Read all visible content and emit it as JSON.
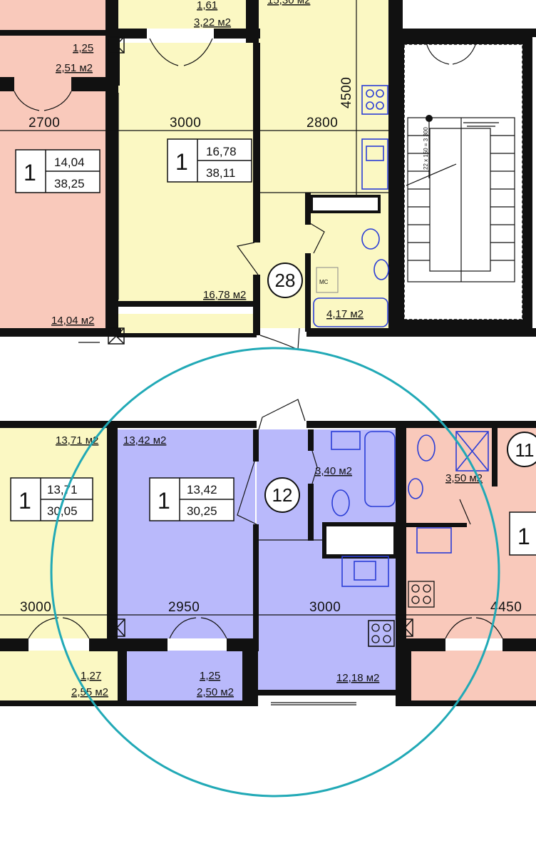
{
  "colors": {
    "salmon": "#f9c9bb",
    "yellow": "#fbf8c3",
    "blue": "#b9b9fb",
    "wall": "#111111",
    "fixture": "#2a3dd6",
    "highlight": "#21a9b6"
  },
  "top": {
    "left_apartment": {
      "balcony_area_a": "1,25",
      "balcony_area_b": "2,51 м2",
      "width": "2700",
      "rooms": "1",
      "living": "14,04",
      "total": "38,25",
      "room_area": "14,04 м2"
    },
    "apartment_28": {
      "number": "28",
      "balcony_top_a": "1,61",
      "balcony_top_b": "3,22 м2",
      "top_partial_area": "15,30 м2",
      "width_room": "3000",
      "width_kitchen": "2800",
      "depth": "4500",
      "rooms": "1",
      "living": "16,78",
      "total": "38,11",
      "room_area": "16,78 м2",
      "bath_area": "4,17 м2",
      "ms_label": "МС"
    },
    "stair_label": "22 x 150 = 3 300"
  },
  "bottom": {
    "left_apartment": {
      "room_area": "13,71 м2",
      "rooms": "1",
      "living": "13,71",
      "total": "30,05",
      "width": "3000",
      "balcony_a": "1,27",
      "balcony_b": "2,55 м2"
    },
    "apartment_12": {
      "number": "12",
      "room_area": "13,42 м2",
      "rooms": "1",
      "living": "13,42",
      "total": "30,25",
      "bath_area": "3,40 м2",
      "width_room": "2950",
      "width_kitchen": "3000",
      "balcony_a": "1,25",
      "balcony_b": "2,50 м2",
      "kitchen_area": "12,18 м2"
    },
    "apartment_11": {
      "number": "11",
      "bath_area": "3,50 м2",
      "rooms": "1",
      "width": "4450"
    }
  }
}
